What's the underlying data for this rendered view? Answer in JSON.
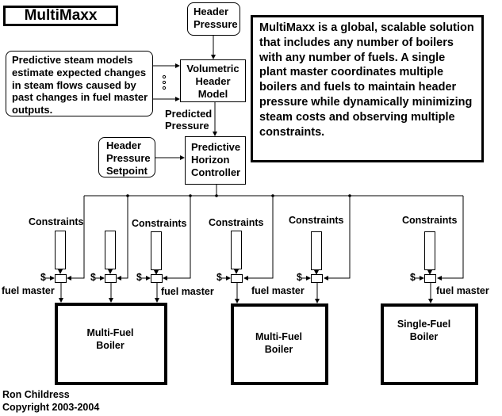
{
  "title": "MultiMaxx",
  "header_pressure": {
    "line1": "Header",
    "line2": "Pressure"
  },
  "volumetric_model": {
    "line1": "Volumetric",
    "line2": "Header",
    "line3": "Model"
  },
  "predictive_models": {
    "lines": [
      "Predictive steam models",
      "estimate expected changes",
      "in steam flows caused by",
      "past changes in fuel master",
      "outputs."
    ]
  },
  "predicted_pressure": {
    "line1": "Predicted",
    "line2": "Pressure"
  },
  "setpoint": {
    "line1": "Header",
    "line2": "Pressure",
    "line3": "Setpoint"
  },
  "controller": {
    "line1": "Predictive",
    "line2": "Horizon",
    "line3": "Controller"
  },
  "description": "MultiMaxx is a global, scalable solution that includes any number of boilers with any number of fuels. A single plant master coordinates multiple boilers and fuels to maintain header pressure while dynamically minimizing steam costs and observing multiple constraints.",
  "fuel_units": [
    {
      "constraints_label": "Constraints",
      "cost_symbol": "$",
      "fuel_master_label": "fuel master"
    },
    {
      "constraints_label": "",
      "cost_symbol": "$",
      "fuel_master_label": ""
    },
    {
      "constraints_label": "Constraints",
      "cost_symbol": "$",
      "fuel_master_label": "fuel master"
    },
    {
      "constraints_label": "Constraints",
      "cost_symbol": "$",
      "fuel_master_label": ""
    },
    {
      "constraints_label": "Constraints",
      "cost_symbol": "$",
      "fuel_master_label": "fuel master"
    },
    {
      "constraints_label": "Constraints",
      "cost_symbol": "$",
      "fuel_master_label": "fuel master"
    }
  ],
  "boilers": [
    {
      "line1": "Multi-Fuel",
      "line2": "Boiler"
    },
    {
      "line1": "Multi-Fuel",
      "line2": "Boiler"
    },
    {
      "line1": "Single-Fuel",
      "line2": "Boiler"
    }
  ],
  "credits": {
    "author": "Ron Childress",
    "copyright": "Copyright 2003-2004"
  }
}
